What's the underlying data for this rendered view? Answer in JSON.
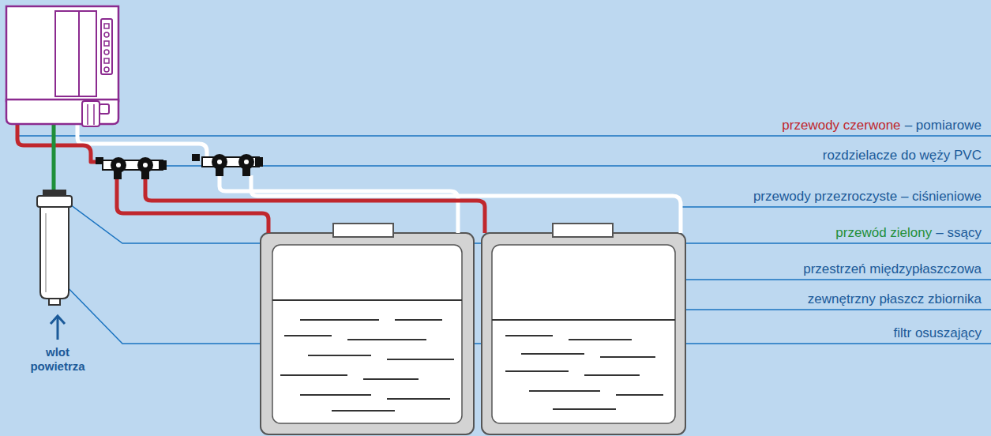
{
  "diagram": {
    "labels": [
      "przewody czerwone",
      "– pomiarowe",
      "rozdzielacze do węży PVC",
      "przewody przezroczyste – ciśnieniowe",
      "przewód zielony",
      "– ssący",
      "przestrzeń międzypłaszczowa",
      "zewnętrzny płaszcz zbiornika",
      "filtr osuszający",
      "wlot powietrza"
    ]
  }
}
